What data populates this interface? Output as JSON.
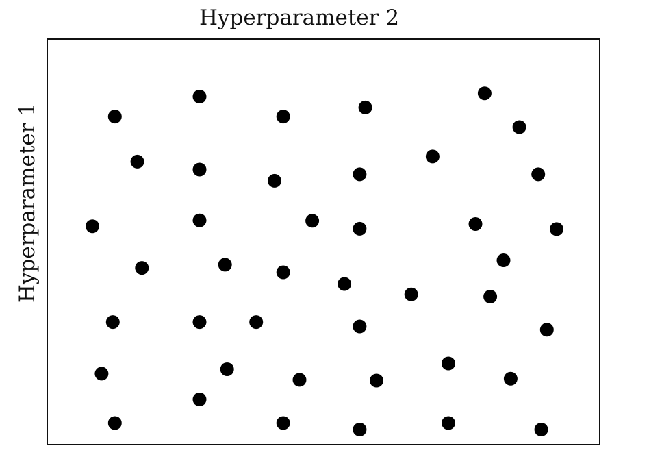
{
  "chart_data": {
    "type": "scatter",
    "title": "",
    "xlabel": "Hyperparameter 2",
    "ylabel": "Hyperparameter 1",
    "xlabel_position": "top",
    "xlim": [
      0,
      1
    ],
    "ylim": [
      0,
      1
    ],
    "grid": false,
    "ticks": false,
    "marker_color": "#000000",
    "series": [
      {
        "points": [
          [
            0.043,
            0.56
          ],
          [
            0.087,
            0.862
          ],
          [
            0.083,
            0.296
          ],
          [
            0.061,
            0.154
          ],
          [
            0.087,
            0.018
          ],
          [
            0.131,
            0.738
          ],
          [
            0.14,
            0.445
          ],
          [
            0.253,
            0.917
          ],
          [
            0.253,
            0.716
          ],
          [
            0.253,
            0.576
          ],
          [
            0.253,
            0.296
          ],
          [
            0.253,
            0.083
          ],
          [
            0.303,
            0.454
          ],
          [
            0.307,
            0.166
          ],
          [
            0.364,
            0.296
          ],
          [
            0.417,
            0.862
          ],
          [
            0.4,
            0.685
          ],
          [
            0.474,
            0.575
          ],
          [
            0.417,
            0.433
          ],
          [
            0.417,
            0.018
          ],
          [
            0.449,
            0.137
          ],
          [
            0.537,
            0.401
          ],
          [
            0.578,
            0.887
          ],
          [
            0.567,
            0.703
          ],
          [
            0.567,
            0.553
          ],
          [
            0.567,
            0.284
          ],
          [
            0.567,
            0.0
          ],
          [
            0.6,
            0.135
          ],
          [
            0.668,
            0.372
          ],
          [
            0.71,
            0.752
          ],
          [
            0.741,
            0.182
          ],
          [
            0.741,
            0.018
          ],
          [
            0.794,
            0.566
          ],
          [
            0.812,
            0.926
          ],
          [
            0.849,
            0.466
          ],
          [
            0.823,
            0.366
          ],
          [
            0.863,
            0.14
          ],
          [
            0.88,
            0.833
          ],
          [
            0.917,
            0.703
          ],
          [
            0.934,
            0.275
          ],
          [
            0.923,
            0.0
          ],
          [
            0.953,
            0.552
          ]
        ]
      }
    ]
  }
}
